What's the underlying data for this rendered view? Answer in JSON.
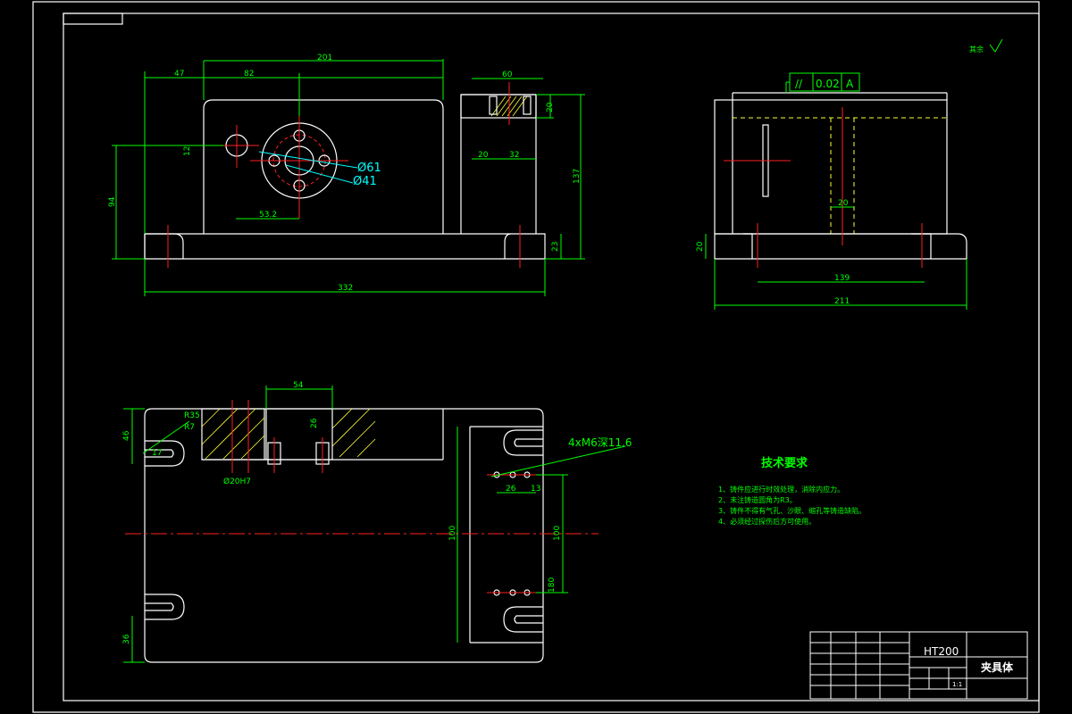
{
  "front_view": {
    "dims": [
      "47",
      "82",
      "201",
      "60",
      "12",
      "94",
      "53.2",
      "332",
      "20",
      "32",
      "20",
      "137",
      "23"
    ],
    "dia61": "Ø61",
    "dia41": "Ø41"
  },
  "side_view": {
    "tolerance_symbol": "//",
    "tolerance_value": "0.02",
    "datum": "A",
    "dims": [
      "20",
      "20",
      "139",
      "211"
    ]
  },
  "top_view": {
    "dims": [
      "54",
      "26",
      "46",
      "R35",
      "R7",
      "17",
      "Ø20H7",
      "26",
      "13",
      "100",
      "100",
      "180",
      "36"
    ],
    "thread_callout": "4xM6深11.6"
  },
  "roughness_note": "其余",
  "tech_requirements": {
    "title": "技术要求",
    "items": [
      "1、铸件应进行时效处理，消除内应力。",
      "2、未注铸造圆角为R3。",
      "3、铸件不得有气孔、沙眼、缩孔等铸造缺陷。",
      "4、必须经过探伤后方可使用。"
    ]
  },
  "title_block": {
    "material": "HT200",
    "part_name": "夹具体",
    "scale": "1:1"
  }
}
